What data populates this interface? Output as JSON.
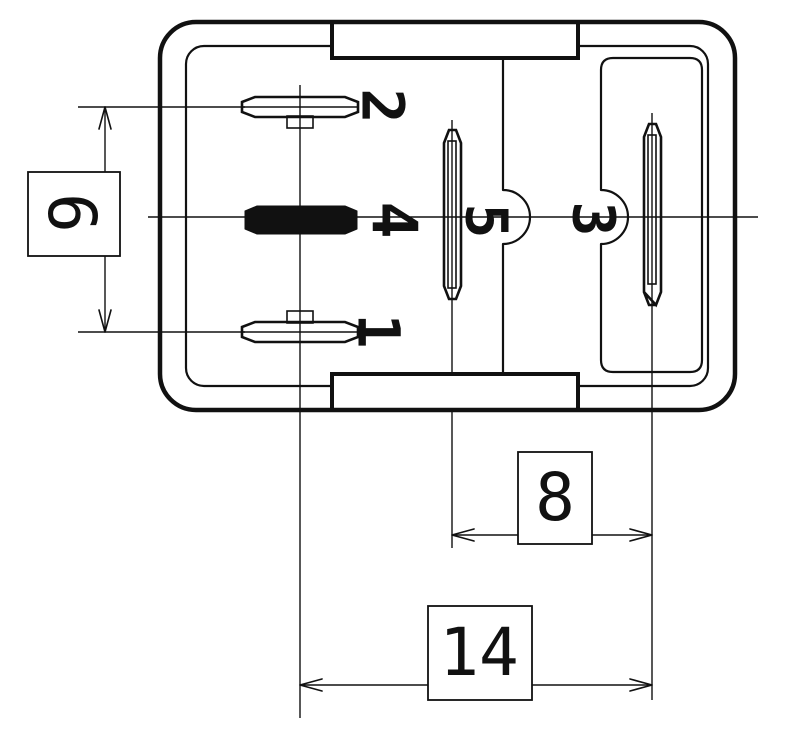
{
  "colors": {
    "ink": "#111111",
    "paper": "#ffffff"
  },
  "pins": {
    "p1": "1",
    "p2": "2",
    "p3": "3",
    "p4": "4",
    "p5": "5"
  },
  "dims": {
    "d6": "6",
    "d8": "8",
    "d14": "14"
  }
}
